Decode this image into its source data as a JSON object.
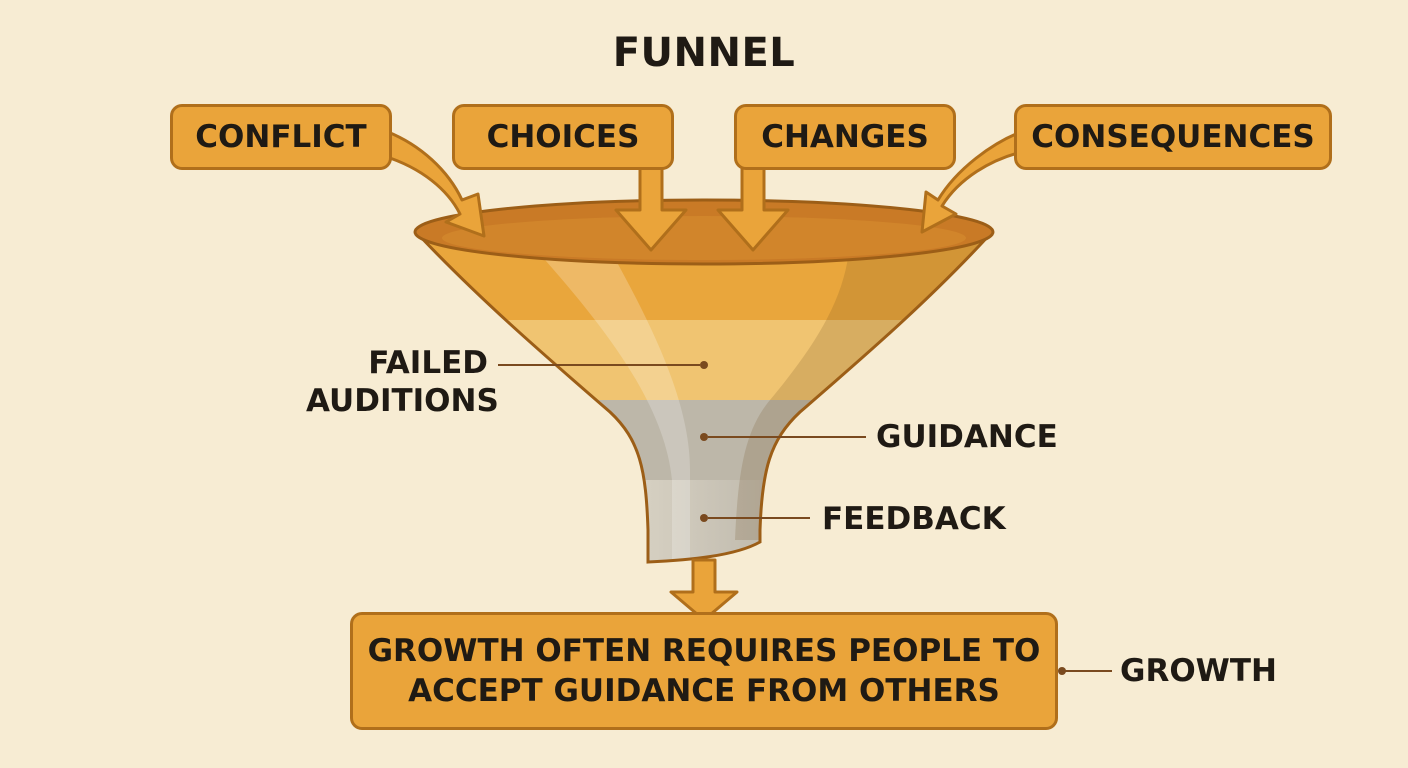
{
  "title": "FUNNEL",
  "inputs": [
    "CONFLICT",
    "CHOICES",
    "CHANGES",
    "CONSEQUENCES"
  ],
  "funnel_layers": {
    "failed_auditions": "FAILED AUDITIONS",
    "guidance": "GUIDANCE",
    "feedback": "FEEDBACK"
  },
  "output": {
    "text_line1": "GROWTH OFTEN REQUIRES PEOPLE TO",
    "text_line2": "ACCEPT GUIDANCE FROM OTHERS",
    "label": "GROWTH"
  },
  "colors": {
    "background": "#f7ecd3",
    "box_fill": "#eaa43a",
    "box_border": "#b06f1b",
    "funnel_top": "#e9a63c",
    "funnel_mid": "#f0c471",
    "funnel_grey": "#b8b2a4",
    "funnel_spout": "#9e9a92",
    "leader_line": "#7a4a1f"
  }
}
